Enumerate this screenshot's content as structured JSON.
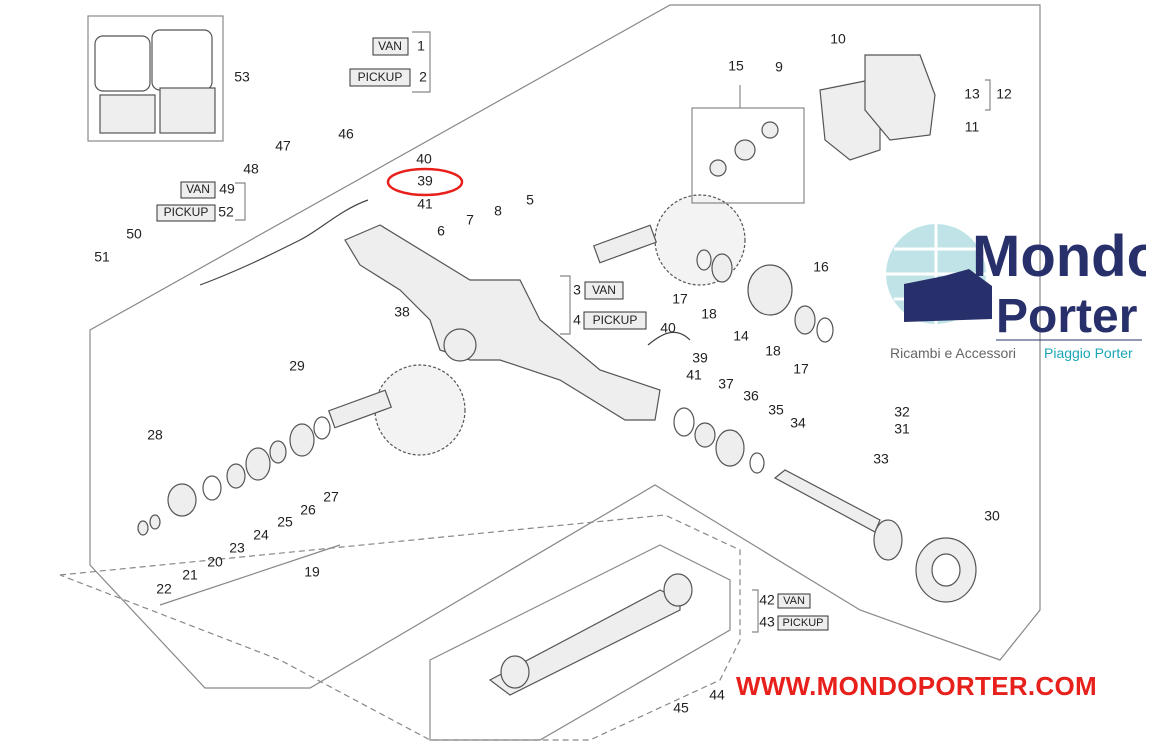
{
  "title_url": "WWW.MONDOPORTER.COM",
  "logo": {
    "line1": "Mondo",
    "line2": "Porter",
    "tag1": "Ricambi e Accessori",
    "tag2": "Piaggio Porter",
    "colors": {
      "navy": "#27306b",
      "teal": "#1aa6b4",
      "red": "#e8201c"
    }
  },
  "variants": {
    "van": "VAN",
    "pickup": "PICKUP"
  },
  "callouts": {
    "c53": "53",
    "c1": "1",
    "c2": "2",
    "c15": "15",
    "c10": "10",
    "c9": "9",
    "c13": "13",
    "c12": "12",
    "c11": "11",
    "c47": "47",
    "c46": "46",
    "c48": "48",
    "c49": "49",
    "c52": "52",
    "c50": "50",
    "c51": "51",
    "c40a": "40",
    "c39a": "39",
    "c41a": "41",
    "c5": "5",
    "c8": "8",
    "c7": "7",
    "c6": "6",
    "c3": "3",
    "c4": "4",
    "c16": "16",
    "c17a": "17",
    "c18a": "18",
    "c14": "14",
    "c18b": "18",
    "c17b": "17",
    "c40b": "40",
    "c39b": "39",
    "c41b": "41",
    "c38": "38",
    "c29": "29",
    "c37": "37",
    "c36": "36",
    "c35": "35",
    "c34": "34",
    "c28": "28",
    "c32": "32",
    "c31": "31",
    "c33": "33",
    "c30": "30",
    "c23": "23",
    "c24": "24",
    "c25": "25",
    "c26": "26",
    "c27": "27",
    "c20": "20",
    "c21": "21",
    "c22": "22",
    "c19": "19",
    "c42": "42",
    "c43": "43",
    "c44": "44",
    "c45": "45"
  },
  "highlight": {
    "part": "39",
    "color": "#e8201c"
  }
}
